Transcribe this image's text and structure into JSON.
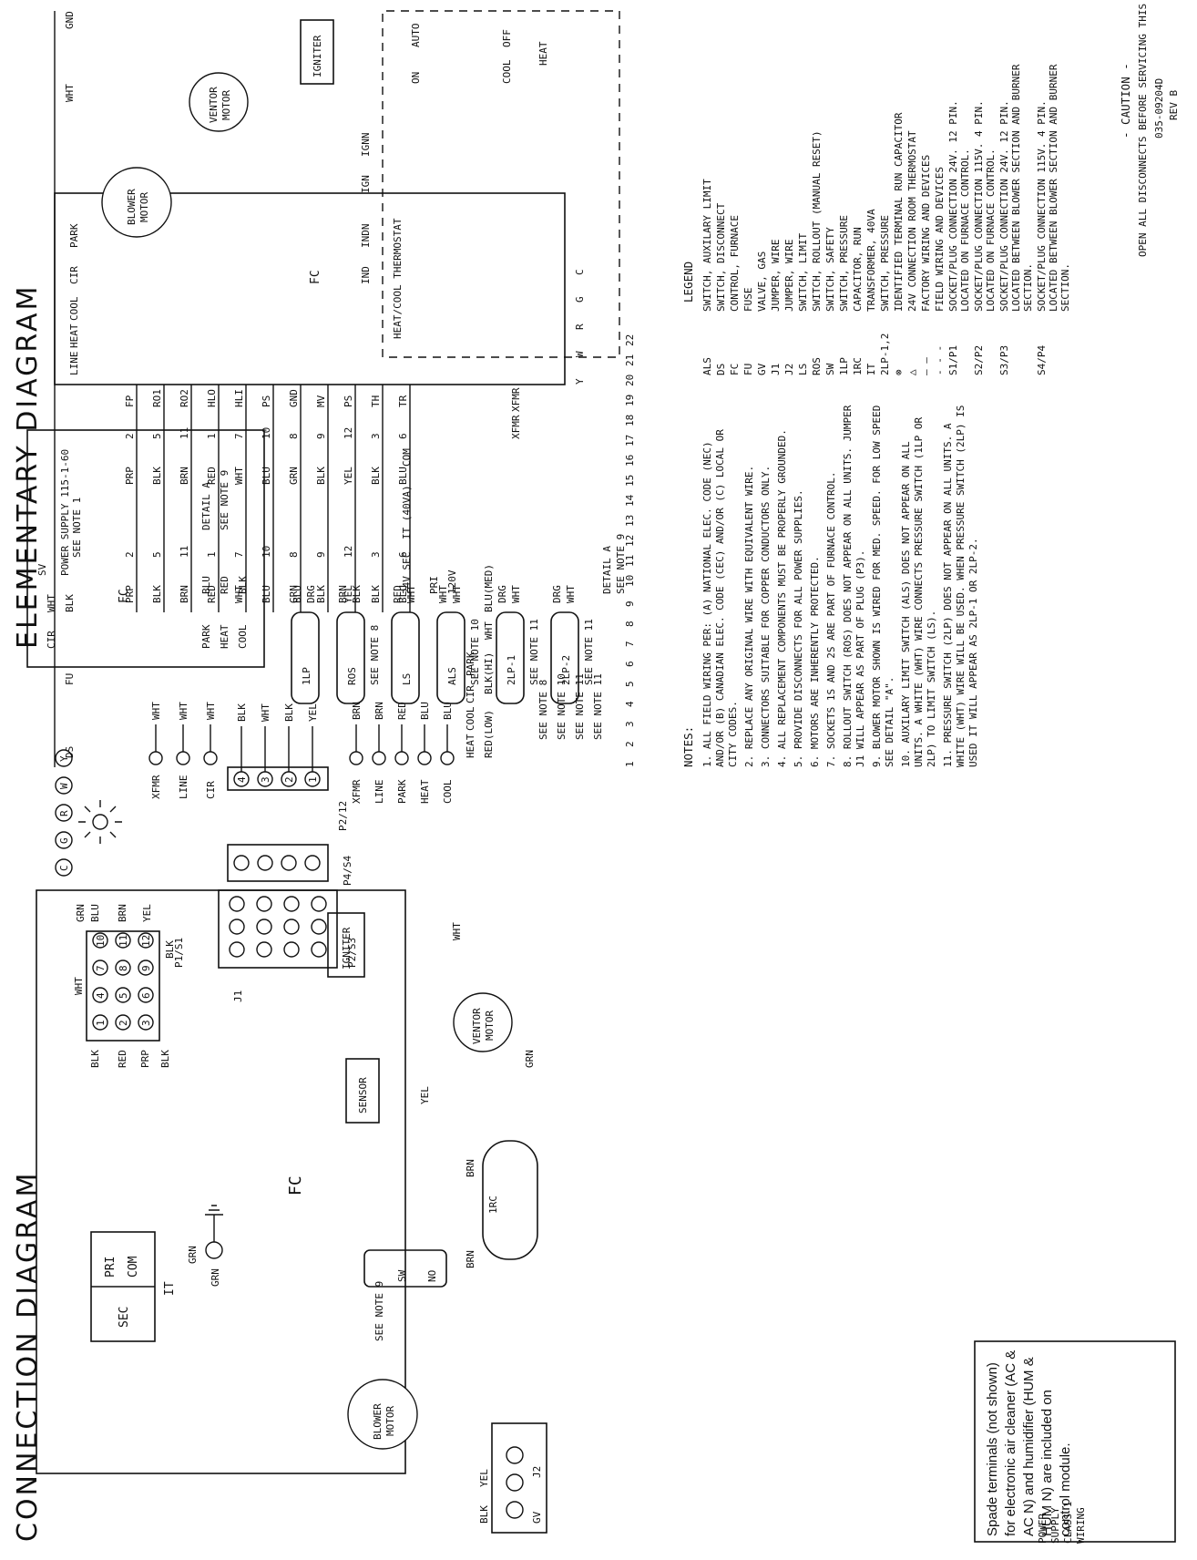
{
  "connection": {
    "title": "CONNECTION DIAGRAM",
    "fc_label": "FC",
    "p1s1": "P1/S1",
    "p2s3": "P2/S3",
    "p4s4": "P4/S4",
    "p2_12": "P2/12",
    "j1": "J1",
    "it_label": "IT",
    "sec": "SEC",
    "pri": "PRI",
    "com": "COM",
    "terminals_top": [
      "C",
      "G",
      "R",
      "W",
      "Y"
    ],
    "left_wires": [
      "BLK",
      "RED",
      "PRP",
      "BLK",
      "WHT",
      "BLU",
      "GRN",
      "BRN",
      "YEL",
      "BLK"
    ],
    "left_pins": [
      "1",
      "4",
      "7",
      "10",
      "2",
      "5",
      "8",
      "11",
      "3",
      "6",
      "9",
      "12"
    ],
    "right_terminals": [
      "XFMR",
      "LINE",
      "CIR"
    ],
    "right_wires": [
      "WHT",
      "WHT",
      "WHT"
    ],
    "p2_pins": [
      "4",
      "3",
      "2",
      "1"
    ],
    "p2_wires": [
      "BLK",
      "WHT",
      "BLK",
      "YEL"
    ],
    "lower_terminals": [
      "XFMR",
      "LINE",
      "PARK",
      "HEAT",
      "COOL"
    ],
    "lower_wires": [
      "BRN",
      "BRN",
      "RED",
      "BLU",
      "BLU"
    ],
    "fc_detail": {
      "label": "FC",
      "cir": "CIR",
      "cir_wire": "WHT",
      "park": "PARK",
      "heat": "HEAT",
      "cool": "COOL",
      "park_wire": "BLU",
      "heat_wire": "RED",
      "cool_wire": "BLK",
      "detail": "DETAIL A",
      "see": "SEE NOTE 9"
    },
    "sw_items": [
      {
        "name": "1LP",
        "a": "BLU",
        "b": "DRG",
        "c": "C",
        "no": "NO"
      },
      {
        "name": "ROS",
        "a": "BRN",
        "b": "BLK",
        "note": "SEE NOTE 8"
      },
      {
        "name": "LS",
        "a": "RED",
        "b": "WHT"
      },
      {
        "name": "ALS",
        "a": "WHT",
        "b": "WHT",
        "note": "SEE NOTE 10"
      },
      {
        "name": "2LP-1",
        "a": "DRG",
        "b": "WHT",
        "note": "SEE NOTE 11"
      },
      {
        "name": "2LP-2",
        "a": "DRG",
        "b": "WHT",
        "note": "SEE NOTE 11"
      }
    ],
    "igniter": "IGNITER",
    "igniter_wires": [
      "WHT",
      "BLK",
      "WHT",
      "BLK"
    ],
    "sensor": "SENSOR",
    "sensor_wire": "PRP",
    "blower": "BLOWER MOTOR",
    "blower_wires": [
      "WHT",
      "BRN",
      "BLK",
      "BLU",
      "RED",
      "GRN",
      "BRN"
    ],
    "see_note_9": "SEE NOTE 9",
    "ventor": "VENTOR MOTOR",
    "ventor_wires": [
      "YEL",
      "WHT",
      "GRN"
    ],
    "irc": "1RC",
    "irc_wires": [
      "BRN",
      "BRN"
    ],
    "gv": "GV",
    "j2": "J2",
    "gv_wires": [
      "BLK",
      "YEL"
    ],
    "grn_ground": [
      "GRN",
      "GRN"
    ],
    "power_supply": [
      "POWER",
      "SUPPLY",
      "CLASS 1",
      "WIRING"
    ],
    "sw_label": "SW",
    "no_label": "NO",
    "class_wires": [
      "BLK",
      "WHT",
      "GRN",
      "BRN",
      "BLK"
    ],
    "footnote": "Spade terminals (not shown) for electronic air cleaner (AC & AC N) and humidifier (HUM & HUM N) are included on control module."
  },
  "elementary": {
    "title": "ELEMENTARY DIAGRAM",
    "power_supply": "POWER SUPPLY 115-1-60",
    "see_note_1": "SEE NOTE 1",
    "gnd": "GND",
    "wht": "WHT",
    "ds": "DS",
    "fu": "FU",
    "sv": "SV",
    "blk": "BLK",
    "line_numbers": [
      "1",
      "2",
      "3",
      "4",
      "5",
      "6",
      "7",
      "8",
      "9",
      "10",
      "11",
      "12",
      "13",
      "14",
      "15",
      "16",
      "17",
      "18",
      "19",
      "20",
      "21",
      "22"
    ],
    "p3s3_rows": [
      {
        "pin": "2",
        "wire": "PRP"
      },
      {
        "pin": "5",
        "wire": "BLK"
      },
      {
        "pin": "11",
        "wire": "BRN"
      },
      {
        "pin": "1",
        "wire": "RED"
      },
      {
        "pin": "7",
        "wire": "WHT"
      },
      {
        "pin": "10",
        "wire": "BLU"
      },
      {
        "pin": "8",
        "wire": "GRN"
      },
      {
        "pin": "9",
        "wire": "BLK"
      },
      {
        "pin": "12",
        "wire": "YEL"
      },
      {
        "pin": "3",
        "wire": "BLK"
      },
      {
        "pin": "6",
        "wire": "BLU"
      }
    ],
    "fc_terms": [
      "FP",
      "RO1",
      "RO2",
      "HLO",
      "HLI",
      "PS",
      "GND",
      "MV",
      "PS",
      "TH",
      "TR"
    ],
    "fc_top": [
      "LINE",
      "HEAT",
      "COOL",
      "CIR",
      "PARK"
    ],
    "fc_top_wires": [
      "BLU(MED)",
      "BLK(HI)",
      "WHT",
      "RED(LOW)"
    ],
    "blower_top": "BLOWER MOTOR",
    "ventor_top": "VENTOR MOTOR",
    "igniter_top": "IGNITER",
    "thermostat": "HEAT/COOL THERMOSTAT",
    "therm_labels": [
      "ON",
      "AUTO",
      "COOL",
      "OFF",
      "HEAT"
    ],
    "s2p2": [
      "IND",
      "INDN",
      "IGN",
      "IGNN"
    ],
    "xfmr": [
      "XFMR",
      "XFMR"
    ],
    "lowv_terms": [
      "Y",
      "W",
      "R",
      "G",
      "C"
    ],
    "transformer": [
      "24V SEC",
      "IT (40VA)",
      "COM",
      "PRI",
      "120V"
    ],
    "see_notes": [
      "SEE NOTE 8",
      "SEE NOTE 10",
      "SEE NOTE 11",
      "SEE NOTE 11"
    ],
    "detail_a": "DETAIL A",
    "see_note_9": "SEE NOTE 9",
    "detail_terms": [
      "HEAT",
      "COOL",
      "CIR",
      "PARK"
    ],
    "detail_wires": [
      "RED(LOW)",
      "BLK(HI)",
      "WHT",
      "BLU(MED)"
    ],
    "caution": "- CAUTION -",
    "caution_text": "OPEN ALL DISCONNECTS BEFORE SERVICING THIS UNIT",
    "drawing_no": "035-09204D",
    "rev": "REV B"
  },
  "notes": {
    "heading": "NOTES:",
    "items": [
      "1. ALL FIELD WIRING PER: (A) NATIONAL ELEC. CODE (NEC) AND/OR (B) CANADIAN ELEC. CODE (CEC) AND/OR (C) LOCAL OR CITY CODES.",
      "2. REPLACE ANY ORIGINAL WIRE WITH EQUIVALENT WIRE.",
      "3. CONNECTORS SUITABLE FOR COPPER CONDUCTORS ONLY.",
      "4. ALL REPLACEMENT COMPONENTS MUST BE PROPERLY GROUNDED.",
      "5. PROVIDE DISCONNECTS FOR ALL POWER SUPPLIES.",
      "6. MOTORS ARE INHERENTLY PROTECTED.",
      "7. SOCKETS 1S AND 2S ARE PART OF FURNACE CONTROL.",
      "8. ROLLOUT SWITCH (ROS) DOES NOT APPEAR ON ALL UNITS. JUMPER J1 WILL APPEAR AS PART OF PLUG (P3).",
      "9. BLOWER MOTOR SHOWN IS WIRED FOR MED. SPEED. FOR LOW SPEED SEE DETAIL \"A\".",
      "10. AUXILARY LIMIT SWITCH (ALS) DOES NOT APPEAR ON ALL UNITS. A WHITE (WHT) WIRE CONNECTS PRESSURE SWITCH (1LP OR 2LP) TO LIMIT SWITCH (LS).",
      "11. PRESSURE SWITCH (2LP) DOES NOT APPEAR ON ALL UNITS. A WHITE (WHT) WIRE WILL BE USED. WHEN PRESSURE SWITCH (2LP) IS USED IT WILL APPEAR AS 2LP-1 OR 2LP-2."
    ]
  },
  "legend": {
    "heading": "LEGEND",
    "items": [
      {
        "code": "ALS",
        "desc": "SWITCH, AUXILARY LIMIT"
      },
      {
        "code": "DS",
        "desc": "SWITCH, DISCONNECT"
      },
      {
        "code": "FC",
        "desc": "CONTROL, FURNACE"
      },
      {
        "code": "FU",
        "desc": "FUSE"
      },
      {
        "code": "GV",
        "desc": "VALVE, GAS"
      },
      {
        "code": "J1",
        "desc": "JUMPER, WIRE"
      },
      {
        "code": "J2",
        "desc": "JUMPER, WIRE"
      },
      {
        "code": "LS",
        "desc": "SWITCH, LIMIT"
      },
      {
        "code": "ROS",
        "desc": "SWITCH, ROLLOUT (MANUAL RESET)"
      },
      {
        "code": "SW",
        "desc": "SWITCH, SAFETY"
      },
      {
        "code": "1LP",
        "desc": "SWITCH, PRESSURE"
      },
      {
        "code": "1RC",
        "desc": "CAPACITOR, RUN"
      },
      {
        "code": "IT",
        "desc": "TRANSFORMER, 40VA"
      },
      {
        "code": "2LP-1,2",
        "desc": "SWITCH, PRESSURE"
      },
      {
        "code": "⊗",
        "desc": "IDENTIFIED TERMINAL RUN CAPACITOR"
      },
      {
        "code": "△",
        "desc": "24V CONNECTION ROOM THERMOSTAT"
      },
      {
        "code": "— —",
        "desc": "FACTORY WIRING AND DEVICES"
      },
      {
        "code": "- - -",
        "desc": "FIELD WIRING AND DEVICES"
      },
      {
        "code": "S1/P1",
        "desc": "SOCKET/PLUG CONNECTION 24V. 12 PIN. LOCATED ON FURNACE CONTROL."
      },
      {
        "code": "S2/P2",
        "desc": "SOCKET/PLUG CONNECTION 115V. 4 PIN. LOCATED ON FURNACE CONTROL."
      },
      {
        "code": "S3/P3",
        "desc": "SOCKET/PLUG CONNECTION 24V. 12 PIN. LOCATED BETWEEN BLOWER SECTION AND BURNER SECTION."
      },
      {
        "code": "S4/P4",
        "desc": "SOCKET/PLUG CONNECTION 115V. 4 PIN. LOCATED BETWEEN BLOWER SECTION AND BURNER SECTION."
      }
    ]
  }
}
